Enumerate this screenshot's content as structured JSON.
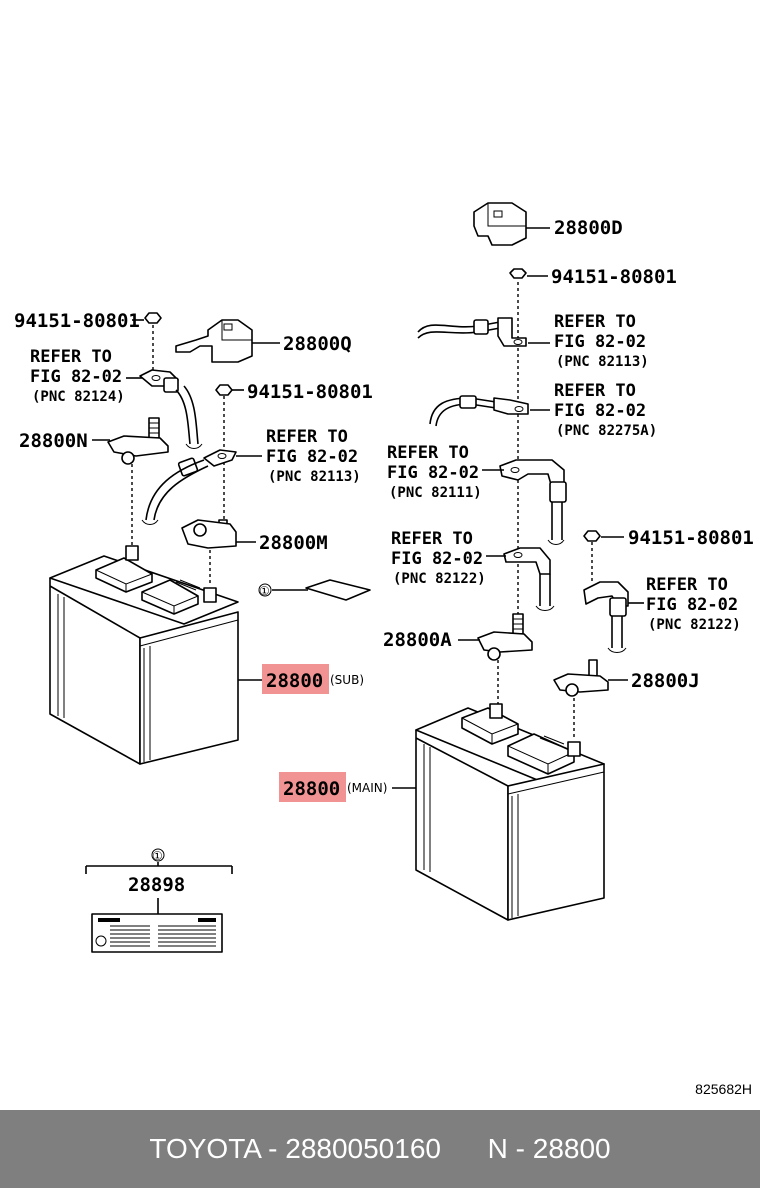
{
  "diagram": {
    "callouts": {
      "p28800D": "28800D",
      "nut_top": "94151-80801",
      "ref_1_a": "REFER TO",
      "ref_1_b": "FIG 82-02",
      "ref_1_c": "(PNC 82113)",
      "ref_2_a": "REFER TO",
      "ref_2_b": "FIG 82-02",
      "ref_2_c": "(PNC 82275A)",
      "ref_3_a": "REFER TO",
      "ref_3_b": "FIG 82-02",
      "ref_3_c": "(PNC 82111)",
      "nut_right": "94151-80801",
      "ref_4_a": "REFER TO",
      "ref_4_b": "FIG 82-02",
      "ref_4_c": "(PNC 82122)",
      "ref_5_a": "REFER TO",
      "ref_5_b": "FIG 82-02",
      "ref_5_c": "(PNC 82122)",
      "p28800A": "28800A",
      "p28800J": "28800J",
      "nut_left": "94151-80801",
      "p28800Q": "28800Q",
      "ref_6_a": "REFER TO",
      "ref_6_b": "FIG 82-02",
      "ref_6_c": "(PNC 82124)",
      "nut_mid": "94151-80801",
      "p28800N": "28800N",
      "ref_7_a": "REFER TO",
      "ref_7_b": "FIG 82-02",
      "ref_7_c": "(PNC 82113)",
      "p28800M": "28800M",
      "circle_1": "①",
      "battery_sub_num": "28800",
      "battery_sub_tag": "(SUB)",
      "battery_main_num": "28800",
      "battery_main_tag": "(MAIN)",
      "label_circle": "①",
      "label_num": "28898"
    },
    "highlight_color": "#f08080"
  },
  "diagram_id": "825682H",
  "footer": {
    "left": "TOYOTA - 2880050160",
    "right": "N - 28800"
  }
}
